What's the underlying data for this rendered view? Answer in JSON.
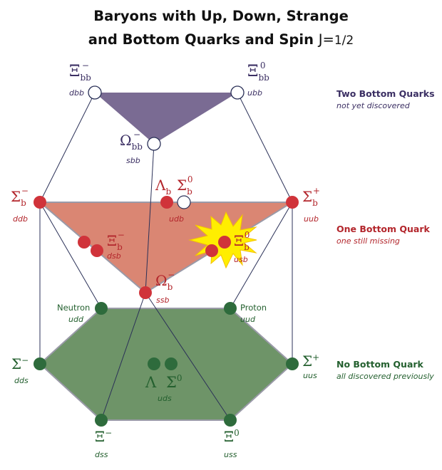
{
  "title": {
    "line1": "Baryons with Up, Down, Strange",
    "line2_bold": "and Bottom Quarks and Spin ",
    "line2_j": "J=",
    "line2_half": "1/2"
  },
  "colors": {
    "purple": "#7a6b93",
    "purple_text": "#3b2f63",
    "red": "#d0333a",
    "red_fill": "#da8673",
    "red_text": "#b3262c",
    "green": "#2e6b3c",
    "green_fill": "#6e9468",
    "green_text": "#24602f",
    "line": "#2b3158",
    "burst": "#ffee00"
  },
  "tiers": [
    {
      "id": "two",
      "title": "Two Bottom Quarks",
      "subtitle": "not yet discovered"
    },
    {
      "id": "one",
      "title": "One Bottom Quark",
      "subtitle": "one still missing"
    },
    {
      "id": "none",
      "title": "No Bottom Quark",
      "subtitle": "all discovered previously"
    }
  ],
  "particles": {
    "xi_bb_minus": {
      "symbol": "Ξ",
      "sub": "bb",
      "sup": "−",
      "quarks": "dbb",
      "status": "undiscovered"
    },
    "xi_bb_zero": {
      "symbol": "Ξ",
      "sub": "bb",
      "sup": "0",
      "quarks": "ubb",
      "status": "undiscovered"
    },
    "omega_bb": {
      "symbol": "Ω",
      "sub": "bb",
      "sup": "−",
      "quarks": "sbb",
      "status": "undiscovered"
    },
    "sigma_b_minus": {
      "symbol": "Σ",
      "sub": "b",
      "sup": "−",
      "quarks": "ddb",
      "status": "discovered"
    },
    "sigma_b_plus": {
      "symbol": "Σ",
      "sub": "b",
      "sup": "+",
      "quarks": "uub",
      "status": "discovered"
    },
    "lambda_b": {
      "symbol": "Λ",
      "sub": "b",
      "quarks": "udb",
      "status": "discovered"
    },
    "sigma_b_zero": {
      "symbol": "Σ",
      "sub": "b",
      "sup": "0",
      "status": "undiscovered"
    },
    "xi_b_minus": {
      "symbol": "Ξ",
      "sub": "b",
      "sup": "−",
      "quarks": "dsb",
      "status": "discovered"
    },
    "xi_b_zero": {
      "symbol": "Ξ",
      "sub": "b",
      "sup": "0",
      "quarks": "usb",
      "status": "discovered"
    },
    "omega_b": {
      "symbol": "Ω",
      "sub": "b",
      "sup": "−",
      "quarks": "ssb",
      "status": "discovered"
    },
    "neutron": {
      "name": "Neutron",
      "quarks": "udd"
    },
    "proton": {
      "name": "Proton",
      "quarks": "uud"
    },
    "sigma_minus": {
      "symbol": "Σ",
      "sup": "−",
      "quarks": "dds"
    },
    "sigma_plus": {
      "symbol": "Σ",
      "sup": "+",
      "quarks": "uus"
    },
    "lambda": {
      "symbol": "Λ",
      "quarks": "uds"
    },
    "sigma_zero": {
      "symbol": "Σ",
      "sup": "0"
    },
    "xi_minus": {
      "symbol": "Ξ",
      "sup": "−",
      "quarks": "dss"
    },
    "xi_zero": {
      "symbol": "Ξ",
      "sup": "0",
      "quarks": "uss"
    }
  }
}
